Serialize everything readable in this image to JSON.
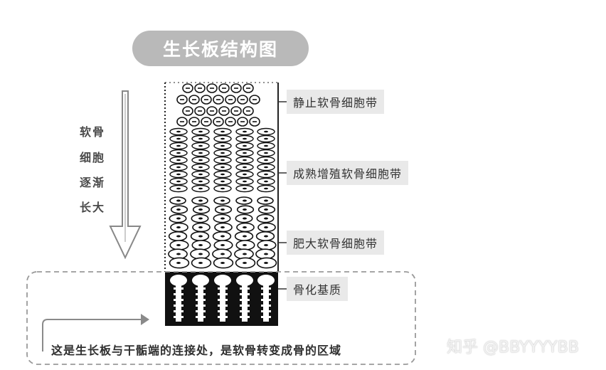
{
  "title": "生长板结构图",
  "left_text": [
    "软骨",
    "细胞",
    "逐渐",
    "长大"
  ],
  "zones": [
    {
      "id": "resting",
      "label": "静止软骨细胞带"
    },
    {
      "id": "proliferative",
      "label": "成熟增殖软骨细胞带"
    },
    {
      "id": "hypertrophic",
      "label": "肥大软骨细胞带"
    },
    {
      "id": "ossification",
      "label": "骨化基质"
    }
  ],
  "caption": "这是生长板与干骺端的连接处，是软骨转变成骨的区域",
  "watermark": "知乎 @BBYYYYBB",
  "colors": {
    "pill": "#b9b9b9",
    "label_bg": "#e9e9e9",
    "ink": "#111111",
    "dash": "#9a9a9a"
  }
}
